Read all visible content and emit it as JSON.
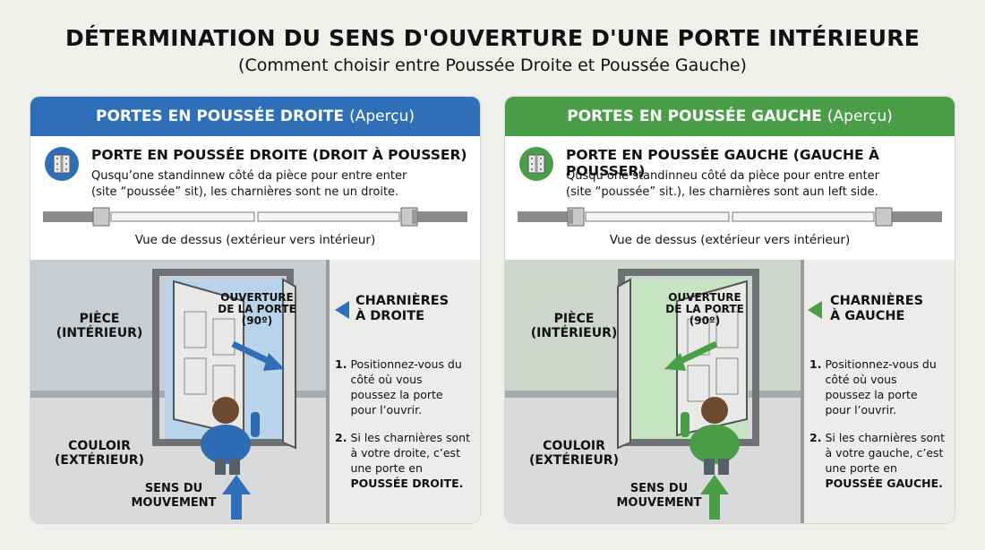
{
  "header": {
    "title": "DÉTERMINATION DU SENS D'OUVERTURE D'UNE PORTE INTÉRIEURE",
    "subtitle": "(Comment choisir entre Poussée Droite et Poussée Gauche)"
  },
  "panels": {
    "right": {
      "header_main": "PORTES EN POUSSÉE DROITE",
      "header_suffix": "(Aperçu)",
      "type_title": "PORTE EN POUSSÉE DROITE (DROIT À POUSSER)",
      "desc_line1": "Qusqu’one standinnew côté da pièce pour entre enter",
      "desc_line2": "(site “poussée” sit), les charnières sont ne un droite.",
      "topview_caption": "Vue de dessus (extérieur vers intérieur)",
      "room_label": "PIÈCE\n(INTÉRIEUR)",
      "corridor_label": "COULOIR\n(EXTÉRIEUR)",
      "movement_label": "SENS DU\nMOUVEMENT",
      "opening_label": "OUVERTURE\nDE LA PORTE\n(90º)",
      "hinge_label": "CHARNIÈRES\nÀ DROITE",
      "step1_num": "1.",
      "step1_text": "Positionnez-vous du côté où vous poussez la porte pour l’ouvrir.",
      "step2_num": "2.",
      "step2_text": "Si les charnières sont à votre droite, c’est une porte en",
      "step2_strong": "POUSSÉE DROITE."
    },
    "left": {
      "header_main": "PORTES EN POUSSÉE GAUCHE",
      "header_suffix": "(Aperçu)",
      "type_title": "PORTE EN POUSSÉE GAUCHE (GAUCHE À POUSSER)",
      "desc_line1": "Qusqu’one standinneu côté da pièce pour entre enter",
      "desc_line2": "(site “poussée” sit.), les charnières sont aun left side.",
      "topview_caption": "Vue de dessus (extérieur vers intérieur)",
      "room_label": "PIÈCE\n(INTÉRIEUR)",
      "corridor_label": "COULOIR\n(EXTÉRIEUR)",
      "movement_label": "SENS DU\nMOUVEMENT",
      "opening_label": "OUVERTURE\nDE LA PORTE\n(90º)",
      "hinge_label": "CHARNIÈRES\nÀ GAUCHE",
      "step1_num": "1.",
      "step1_text": "Positionnez-vous du côté où vous poussez la porte pour l’ouvrir.",
      "step2_num": "2.",
      "step2_text": "Si les charnières sont à votre gauche, c’est une porte en",
      "step2_strong": "POUSSÉE GAUCHE."
    }
  },
  "colors": {
    "right_accent": "#2f6fb7",
    "left_accent": "#4a9e47",
    "wall": "#b9bcc0",
    "floor": "#d9dadb"
  },
  "icons": [
    "hinge-icon",
    "arrow-icon",
    "person-icon",
    "door-icon"
  ]
}
